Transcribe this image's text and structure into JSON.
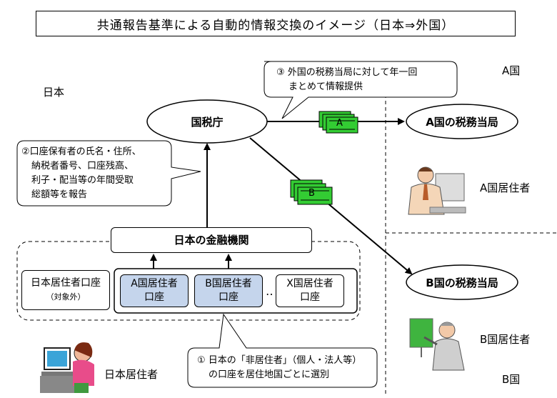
{
  "title": "共通報告基準による自動的情報交換のイメージ（日本⇒外国）",
  "regions": {
    "japan": "日本",
    "country_a": "A国",
    "country_b": "B国"
  },
  "nta": "国税庁",
  "authority_a": "A国の税務当局",
  "authority_b": "B国の税務当局",
  "callout_3": {
    "line1": "③ 外国の税務当局に対して年一回",
    "line2": "まとめて情報提供"
  },
  "callout_2": {
    "line1": "②口座保有者の氏名・住所、",
    "line2": "納税者番号、口座残高、",
    "line3": "利子・配当等の年間受取",
    "line4": "総額等を報告"
  },
  "callout_1": {
    "line1": "① 日本の「非居住者」（個人・法人等）",
    "line2": "の口座を居住地国ごとに選別"
  },
  "financial_institution": "日本の金融機関",
  "accounts": {
    "jp": {
      "line1": "日本居住者口座",
      "note": "（対象外）"
    },
    "a": {
      "line1": "A国居住者",
      "line2": "口座"
    },
    "b": {
      "line1": "B国居住者",
      "line2": "口座"
    },
    "ellipsis": "‥",
    "x": {
      "line1": "X国居住者",
      "line2": "口座"
    }
  },
  "residents": {
    "japan": "日本居住者",
    "a": "A国居住者",
    "b": "B国居住者"
  },
  "doc_labels": {
    "a": "A",
    "b": "B"
  },
  "colors": {
    "account_fill": "#c5d5ec",
    "doc_fill": "#33cc33",
    "line": "#000000"
  },
  "icons": [
    "document-a-icon",
    "document-b-icon",
    "person-computer-icon",
    "businessman-icon",
    "presenter-icon"
  ]
}
